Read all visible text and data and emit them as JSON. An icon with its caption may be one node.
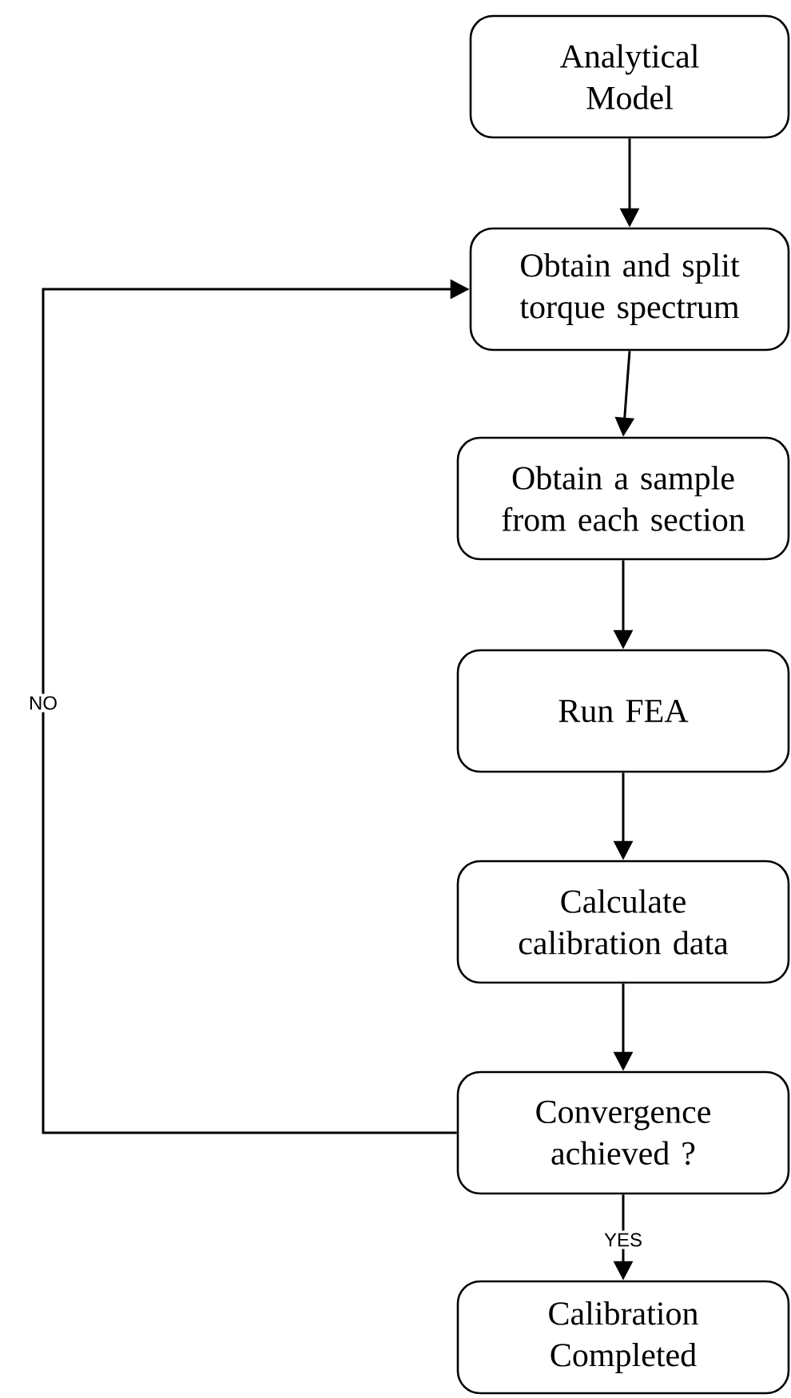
{
  "diagram": {
    "nodes": [
      {
        "text": [
          "Analytical Model"
        ]
      },
      {
        "text": [
          "Obtain and split torque spectrum"
        ]
      },
      {
        "text": [
          "Obtain a sample from each section"
        ]
      },
      {
        "text": [
          "Run FEA"
        ]
      },
      {
        "text": [
          "Calculate calibration data"
        ]
      },
      {
        "text": [
          "Convergence achieved ?"
        ]
      },
      {
        "text": [
          "Calibration Completed"
        ]
      }
    ],
    "edges": [
      {
        "from": 0,
        "to": 1,
        "arrow": "to"
      },
      {
        "from": 1,
        "to": 2,
        "arrow": "to"
      },
      {
        "from": 2,
        "to": 3,
        "arrow": "to"
      },
      {
        "from": 3,
        "to": 4,
        "arrow": "to"
      },
      {
        "from": 4,
        "to": 5,
        "arrow": "to"
      },
      {
        "from": 5,
        "to": 6,
        "arrow": "to",
        "label": "YES"
      },
      {
        "from": 5,
        "to": 1,
        "arrow": "to",
        "label": "NO"
      }
    ]
  }
}
